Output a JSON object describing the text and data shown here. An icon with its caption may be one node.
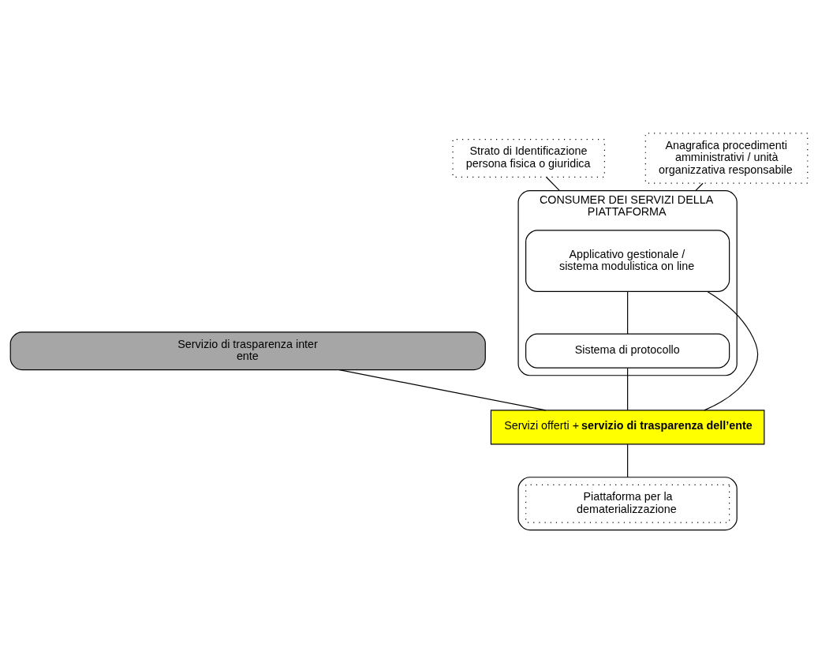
{
  "diagram": {
    "nodes": [
      {
        "text": [
          "CONSUMER DEI SERVIZI DELLA PIATTAFORMA"
        ]
      },
      {
        "text": [
          "Servizio di trasparenza inter ente"
        ]
      },
      {
        "text": [
          "Strato di Identificazione persona fisica o giuridica"
        ]
      },
      {
        "text": [
          "Applicativo gestionale / sistema modulistica on line"
        ],
        "in": 0
      },
      {
        "text": [
          "Sistema di protocollo"
        ],
        "in": 0
      },
      {
        "text": [
          "Anagrafica procedimenti amministrativi / unità organizzativa responsabile"
        ]
      },
      {
        "text": [
          "Servizi offerti + **servizio di trasparenza dell’ente**"
        ]
      },
      {
        "text": [],
        "shape": "box"
      },
      {
        "text": [
          "Piattaforma per la dematerializzazione"
        ],
        "in": 7
      }
    ],
    "edges": [
      {
        "from": 2,
        "to": 0,
        "arrow": "none"
      },
      {
        "from": 5,
        "to": 0,
        "arrow": "none"
      },
      {
        "from": 3,
        "to": 4,
        "arrow": "none"
      },
      {
        "from": 3,
        "to": 6,
        "arrow": "none"
      },
      {
        "from": 4,
        "to": 6,
        "arrow": "none"
      },
      {
        "from": 1,
        "to": 6,
        "arrow": "none"
      },
      {
        "from": 6,
        "to": 7,
        "arrow": "none"
      }
    ]
  }
}
